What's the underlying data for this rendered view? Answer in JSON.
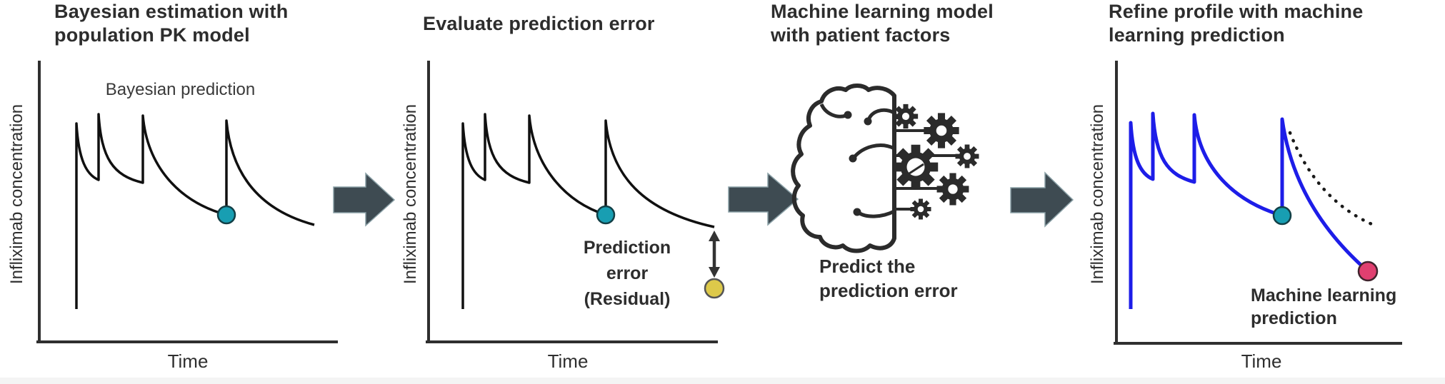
{
  "figure": {
    "panels": [
      {
        "title": "Bayesian estimation with\npopulation PK model",
        "curve_label": "Bayesian prediction",
        "y_axis_label": "Infliximab concentration",
        "x_axis_label": "Time"
      },
      {
        "title": "Evaluate prediction error",
        "annotation": "Prediction\nerror\n(Residual)",
        "y_axis_label": "Infliximab concentration",
        "x_axis_label": "Time"
      },
      {
        "title": "Machine learning model\nwith patient factors",
        "caption": "Predict the\nprediction error",
        "icon": "brain-gears-icon"
      },
      {
        "title": "Refine profile with machine\nlearning prediction",
        "annotation": "Machine learning\nprediction",
        "y_axis_label": "Infliximab concentration",
        "x_axis_label": "Time"
      }
    ],
    "markers": {
      "observed_concentration_dot": "#189eb2",
      "residual_observation_dot": "#ddc94a",
      "ml_prediction_dot": "#e03f70"
    },
    "colors": {
      "pk_curve": "#101010",
      "refined_curve": "#1d1de8",
      "flow_arrow": "#3e4b52",
      "axis": "#2f2f2f",
      "ink": "#2d2d2d"
    }
  }
}
